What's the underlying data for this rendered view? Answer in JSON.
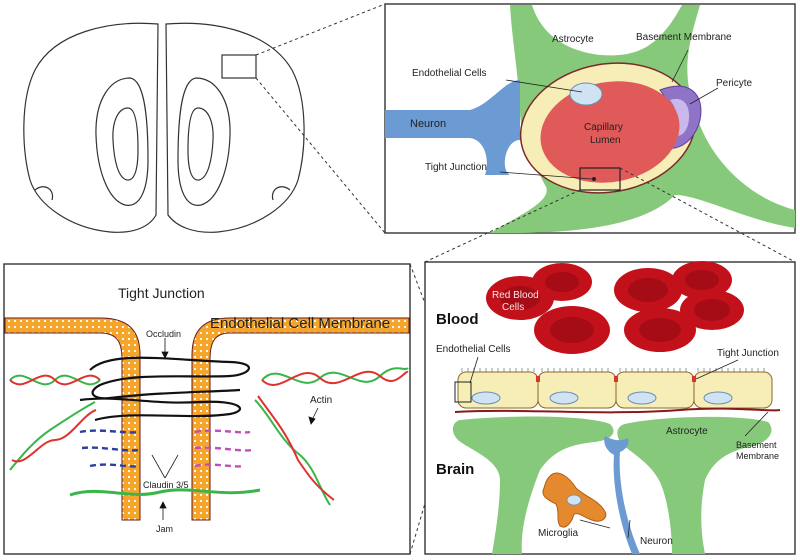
{
  "panels": {
    "capillary": {
      "astrocyte": "Astrocyte",
      "basement_membrane": "Basement Membrane",
      "endothelial_cells": "Endothelial Cells",
      "pericyte": "Pericyte",
      "neuron": "Neuron",
      "capillary_line1": "Capillary",
      "capillary_line2": "Lumen",
      "tight_junction": "Tight Junction"
    },
    "tight_junction": {
      "title": "Tight Junction",
      "membrane": "Endothelial Cell Membrane",
      "occludin": "Occludin",
      "actin": "Actin",
      "claudin": "Claudin 3/5",
      "jam": "Jam"
    },
    "bbb": {
      "blood": "Blood",
      "rbc_line1": "Red Blood",
      "rbc_line2": "Cells",
      "endothelial_cells": "Endothelial Cells",
      "tight_junction": "Tight Junction",
      "astrocyte": "Astrocyte",
      "basement_line1": "Basement",
      "basement_line2": "Membrane",
      "brain": "Brain",
      "microglia": "Microglia",
      "neuron": "Neuron"
    }
  },
  "colors": {
    "astrocyte": "#86c97a",
    "neuron": "#6c9bd3",
    "lumen": "#e05a5a",
    "endothelial": "#f6eeb6",
    "pericyte": "#8f73c6",
    "membrane": "#f4a52a",
    "rbc": "#c3111c",
    "microglia": "#e5892e",
    "actin_green": "#39b54a",
    "actin_red": "#e0322d"
  }
}
